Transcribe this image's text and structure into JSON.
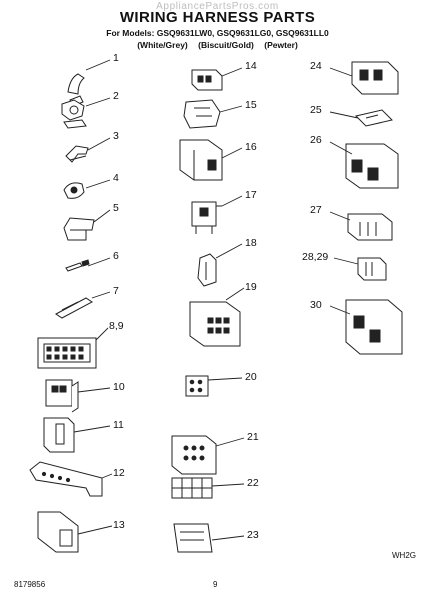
{
  "header": {
    "watermark": "AppliancePartsPros.com",
    "title": "WIRING HARNESS PARTS",
    "models": "For Models: GSQ9631LW0, GSQ9631LG0, GSQ9631LL0",
    "colors": [
      "(White/Grey)",
      "(Biscuit/Gold)",
      "(Pewter)"
    ]
  },
  "parts": {
    "p1": "1",
    "p2": "2",
    "p3": "3",
    "p4": "4",
    "p5": "5",
    "p6": "6",
    "p7": "7",
    "p89": "8,9",
    "p10": "10",
    "p11": "11",
    "p12": "12",
    "p13": "13",
    "p14": "14",
    "p15": "15",
    "p16": "16",
    "p17": "17",
    "p18": "18",
    "p19": "19",
    "p20": "20",
    "p21": "21",
    "p22": "22",
    "p23": "23",
    "p24": "24",
    "p25": "25",
    "p26": "26",
    "p27": "27",
    "p2829": "28,29",
    "p30": "30"
  },
  "footer": {
    "doc_number": "8179856",
    "page": "9",
    "code": "WH2G"
  }
}
